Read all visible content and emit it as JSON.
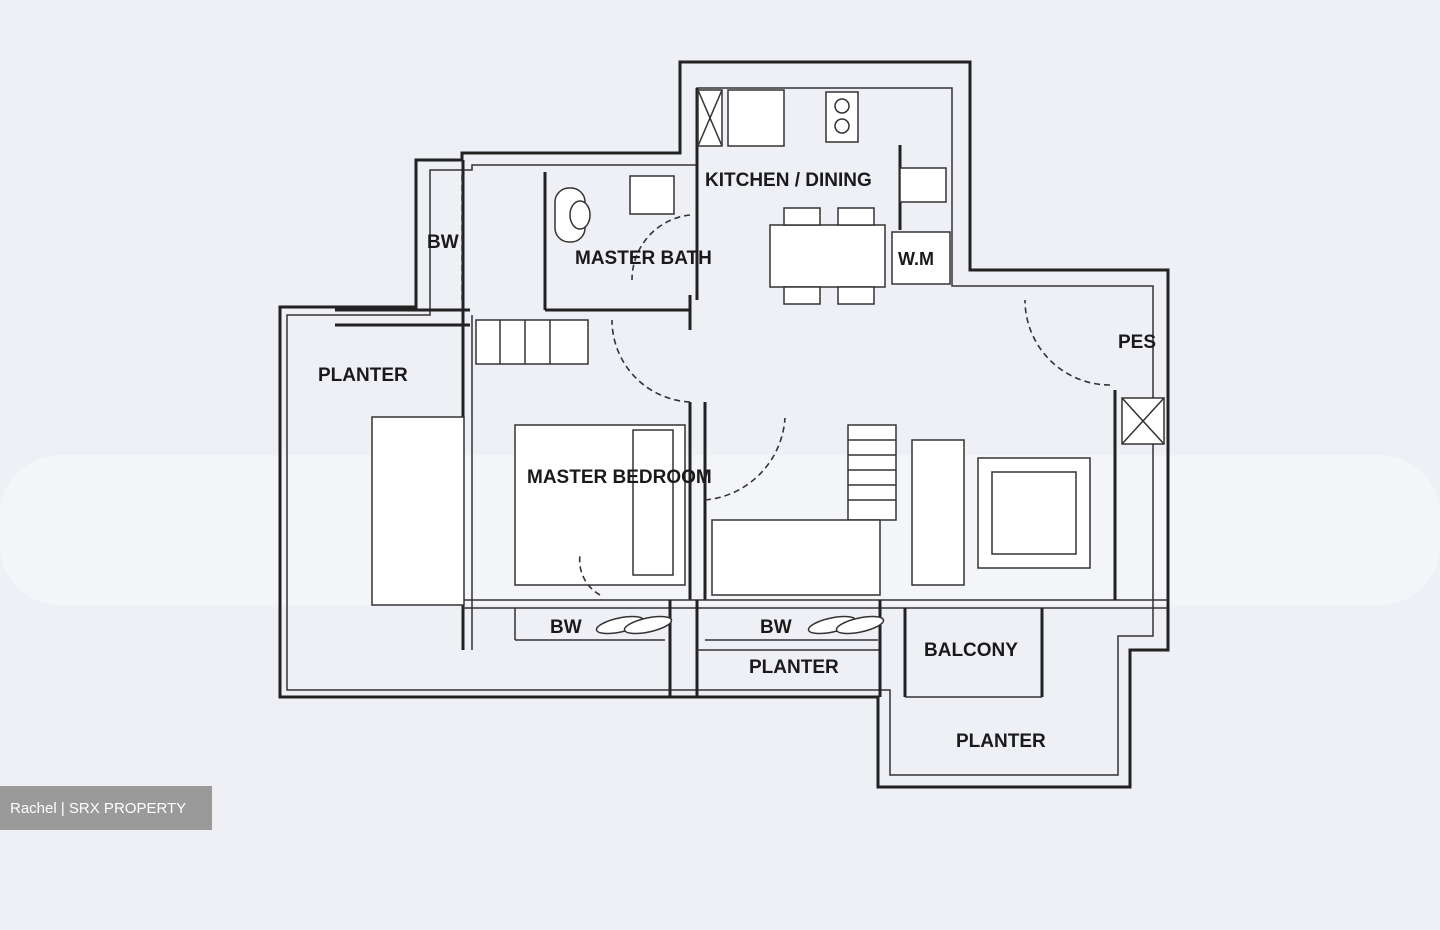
{
  "rooms": {
    "kitchen_dining": "KITCHEN / DINING",
    "master_bath": "MASTER BATH",
    "bw_top": "BW",
    "wm": "W.M",
    "pes": "PES",
    "planter_left": "PLANTER",
    "master_bedroom": "MASTER BEDROOM",
    "bw_bedroom": "BW",
    "bw_study": "BW",
    "planter_bottom": "PLANTER",
    "balcony": "BALCONY",
    "planter_right": "PLANTER"
  },
  "credit": "Rachel | SRX PROPERTY"
}
